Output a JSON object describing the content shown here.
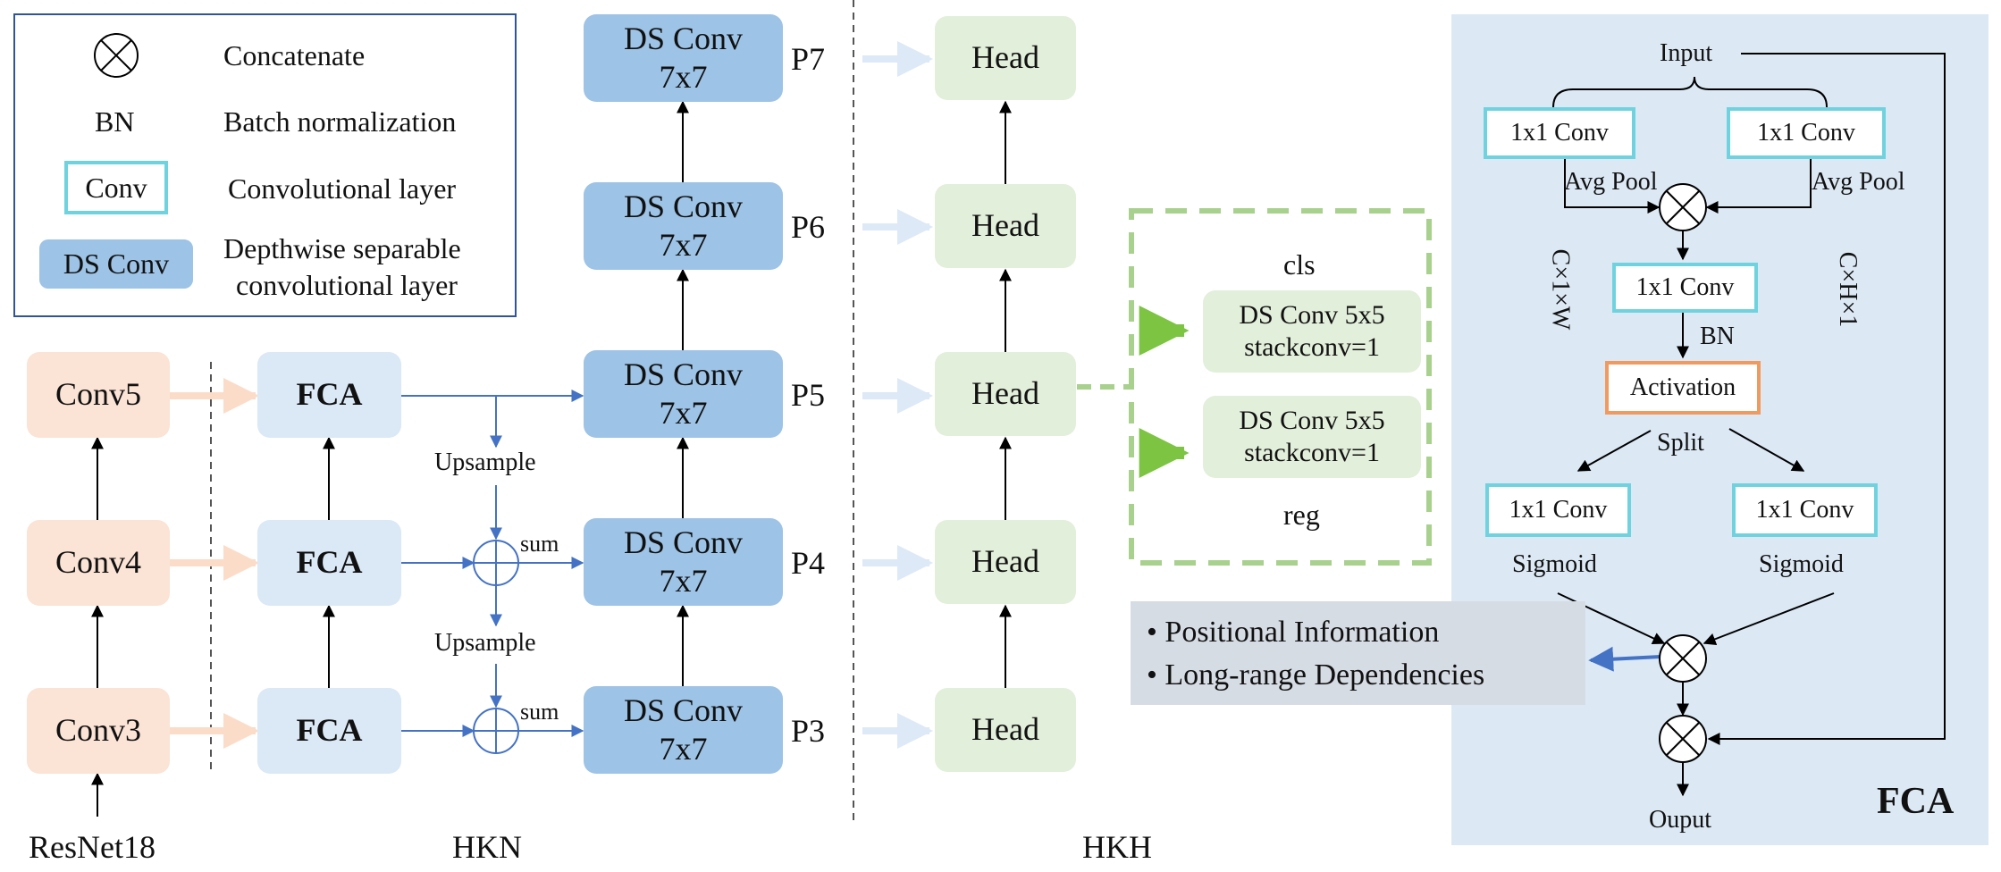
{
  "legend": {
    "items": [
      {
        "symbol": "⊗",
        "desc": "Concatenate"
      },
      {
        "symbol": "BN",
        "desc": "Batch normalization"
      },
      {
        "symbol": "Conv",
        "desc": "Convolutional layer"
      },
      {
        "symbol": "DS Conv",
        "desc_line1": "Depthwise separable",
        "desc_line2": "convolutional layer"
      }
    ]
  },
  "backbone": {
    "layers": [
      "Conv5",
      "Conv4",
      "Conv3"
    ],
    "label": "ResNet18"
  },
  "hkn": {
    "fca_label": "FCA",
    "upsample_label": "Upsample",
    "sum_label": "sum",
    "ds_line1": "DS Conv",
    "ds_line2": "7x7",
    "levels": [
      "P7",
      "P6",
      "P5",
      "P4",
      "P3"
    ],
    "label": "HKN"
  },
  "hkh": {
    "head_label": "Head",
    "cls_label": "cls",
    "reg_label": "reg",
    "box_line1": "DS Conv 5x5",
    "box_line2": "stackconv=1",
    "label": "HKH"
  },
  "info": {
    "items": [
      "Positional Information",
      "Long-range Dependencies"
    ]
  },
  "fca_module": {
    "title": "FCA",
    "input": "Input",
    "output": "Ouput",
    "conv": "1x1 Conv",
    "avg_pool": "Avg Pool",
    "bn": "BN",
    "activation": "Activation",
    "split": "Split",
    "sigmoid": "Sigmoid",
    "dim_left": "C×1×W",
    "dim_right": "C×H×1"
  },
  "colors": {
    "backbone": "#fbe3d5",
    "fca": "#dbe8f6",
    "ds_conv": "#9dc3e6",
    "head": "#e2efda",
    "conv_border": "#6fd3df",
    "activation_border": "#f19a60",
    "fca_panel": "#dce9f5",
    "arrow_blue": "#4472c4"
  }
}
